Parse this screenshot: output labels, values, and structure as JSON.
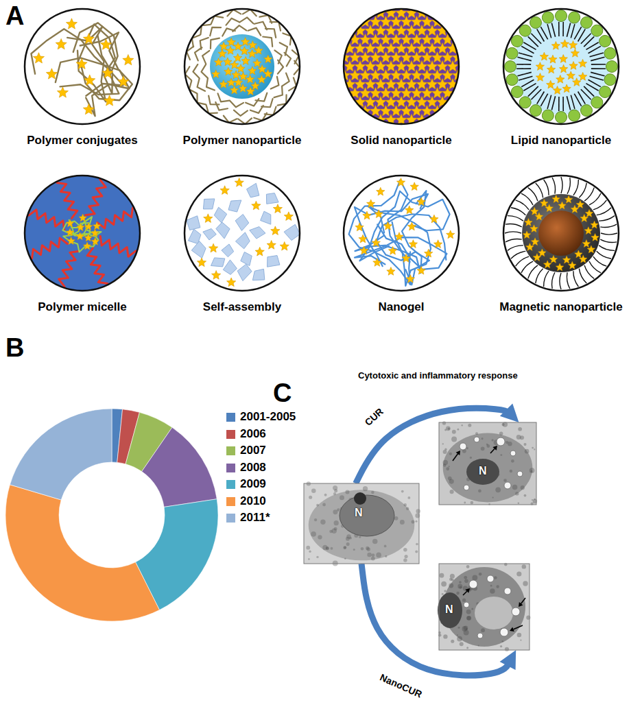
{
  "diagram": {
    "nodes": [
      {
        "text": [
          "Polymer conjugates"
        ]
      },
      {
        "text": [
          "Polymer nanoparticle"
        ]
      },
      {
        "text": [
          "Solid nanoparticle"
        ]
      },
      {
        "text": [
          "Lipid nanoparticle"
        ]
      },
      {
        "text": [
          "Polymer micelle"
        ]
      },
      {
        "text": [
          "Self-assembly"
        ]
      },
      {
        "text": [
          "Nanogel"
        ]
      },
      {
        "text": [
          "Magnetic nanoparticle"
        ]
      },
      {
        "text": [
          "N"
        ]
      },
      {
        "text": [
          "N"
        ]
      },
      {
        "text": [
          "N"
        ]
      }
    ],
    "edges": [
      {
        "from": 8,
        "to": 9,
        "label": "CUR",
        "arrow": "to"
      },
      {
        "from": 8,
        "to": 10,
        "label": "NanoCUR",
        "arrow": "to"
      }
    ],
    "labels": [
      "A",
      "B",
      "C",
      "Cytotoxic and inflammatory response"
    ],
    "legend": [
      {
        "text": "2001-2005",
        "color": "#4f81bd"
      },
      {
        "text": "2006",
        "color": "#c0504d"
      },
      {
        "text": "2007",
        "color": "#9bbb59"
      },
      {
        "text": "2008",
        "color": "#8064a2"
      },
      {
        "text": "2009",
        "color": "#4bacc6"
      },
      {
        "text": "2010",
        "color": "#f79646"
      },
      {
        "text": "2011*",
        "color": "#95b3d7"
      }
    ]
  }
}
